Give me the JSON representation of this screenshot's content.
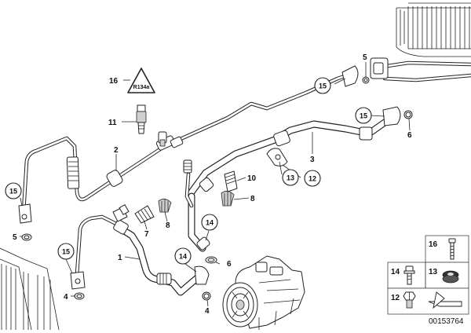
{
  "diagram": {
    "callouts": {
      "c2": "2",
      "c1": "1",
      "c3": "3",
      "c4a": "4",
      "c4b": "4",
      "c5a": "5",
      "c5b": "5",
      "c6a": "6",
      "c6b": "6",
      "c7": "7",
      "c8a": "8",
      "c8b": "8",
      "c10": "10",
      "c11": "11",
      "c16": "16"
    },
    "circled": {
      "r15a": "15",
      "r15b": "15",
      "r15c": "15",
      "r15d": "15",
      "r14a": "14",
      "r14b": "14",
      "r13": "13",
      "r12": "12"
    },
    "warning_triangle": "R134a",
    "legend": {
      "items": [
        {
          "num": "16",
          "part": "bolt"
        },
        {
          "num": "14",
          "part": "flange-screw"
        },
        {
          "num": "13",
          "part": "rubber-grommet"
        },
        {
          "num": "12",
          "part": "hex-nut"
        }
      ]
    },
    "part_number": "00153764"
  }
}
